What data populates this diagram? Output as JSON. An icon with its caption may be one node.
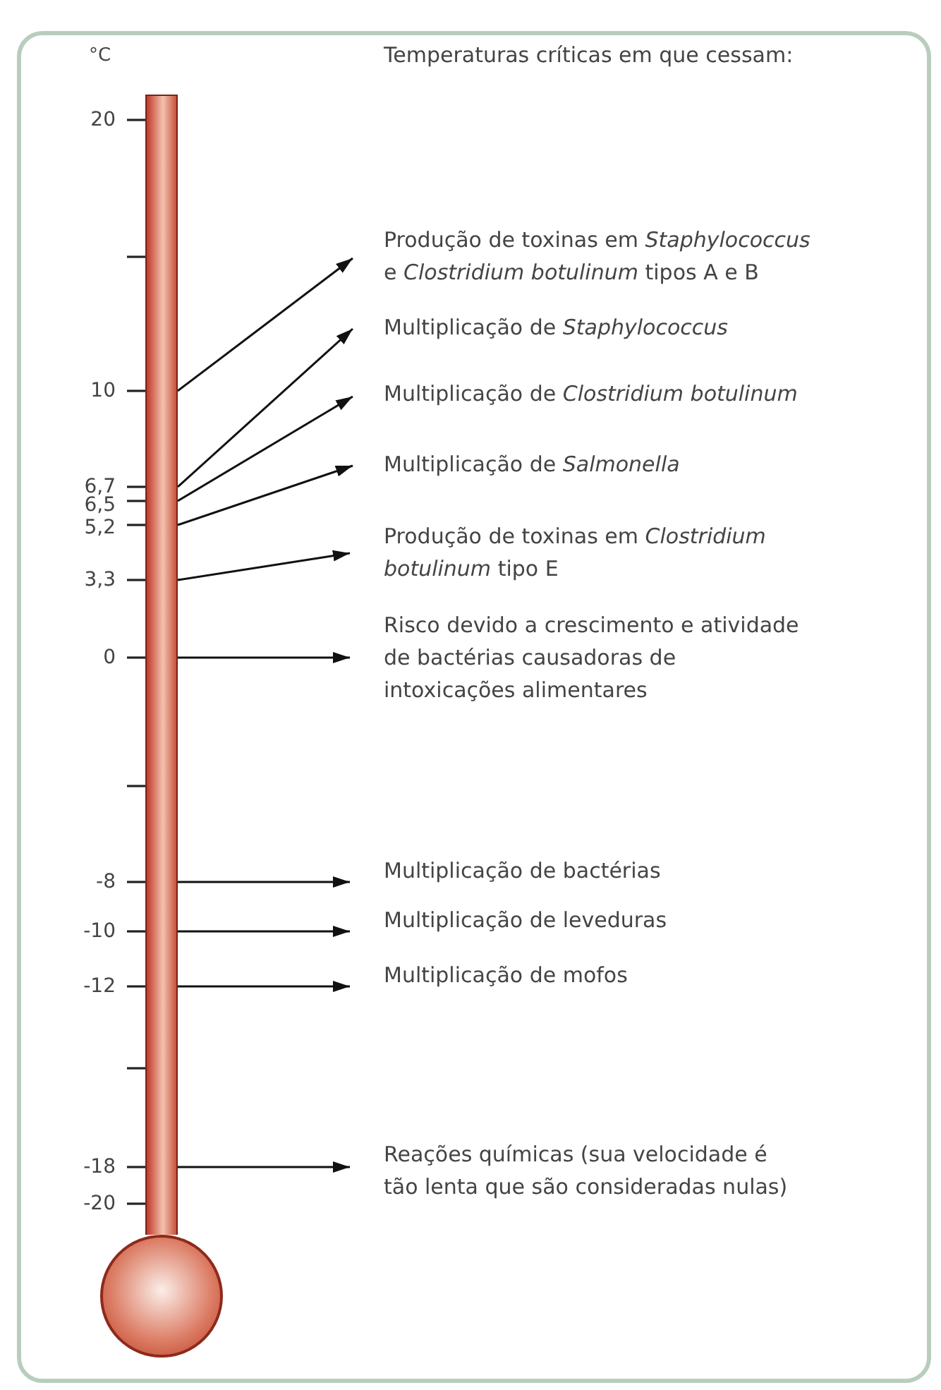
{
  "diagram": {
    "title": "Temperaturas críticas em que cessam:",
    "nodes": [
      {
        "text": [],
        "shape": "bar"
      },
      {
        "text": [
          "Produção de toxinas em *Staphylococcus* e *Clostridium botulinum* tipos A e B"
        ]
      },
      {
        "text": [
          "Multiplicação de *Staphylococcus*"
        ]
      },
      {
        "text": [
          "Multiplicação de *Clostridium botulinum*"
        ]
      },
      {
        "text": [
          "Multiplicação de *Salmonella*"
        ]
      },
      {
        "text": [
          "Produção de toxinas em *Clostridium botulinum* tipo E"
        ]
      },
      {
        "text": [
          "Risco devido a crescimento e atividade de bactérias causadoras de intoxicações alimentares"
        ]
      },
      {
        "text": [
          "Multiplicação de bactérias"
        ]
      },
      {
        "text": [
          "Multiplicação de leveduras"
        ]
      },
      {
        "text": [
          "Multiplicação de mofos"
        ]
      },
      {
        "text": [
          "Reações químicas (sua velocidade é tão lenta que são consideradas nulas)"
        ]
      },
      {
        "text": [],
        "shape": "circle"
      }
    ],
    "edges": [
      {
        "from": 0,
        "to": 1,
        "arrow": "to"
      },
      {
        "from": 0,
        "to": 2,
        "arrow": "to"
      },
      {
        "from": 0,
        "to": 3,
        "arrow": "to"
      },
      {
        "from": 0,
        "to": 4,
        "arrow": "to"
      },
      {
        "from": 0,
        "to": 5,
        "arrow": "to"
      },
      {
        "from": 0,
        "to": 6,
        "arrow": "to"
      },
      {
        "from": 0,
        "to": 7,
        "arrow": "to"
      },
      {
        "from": 0,
        "to": 8,
        "arrow": "to"
      },
      {
        "from": 0,
        "to": 9,
        "arrow": "to"
      },
      {
        "from": 0,
        "to": 10,
        "arrow": "to"
      }
    ],
    "labels": [
      "°C",
      "20",
      "10",
      "6,7",
      "6,5",
      "5,2",
      "3,3",
      "0",
      "-8",
      "-10",
      "-12",
      "-18",
      "-20"
    ]
  }
}
